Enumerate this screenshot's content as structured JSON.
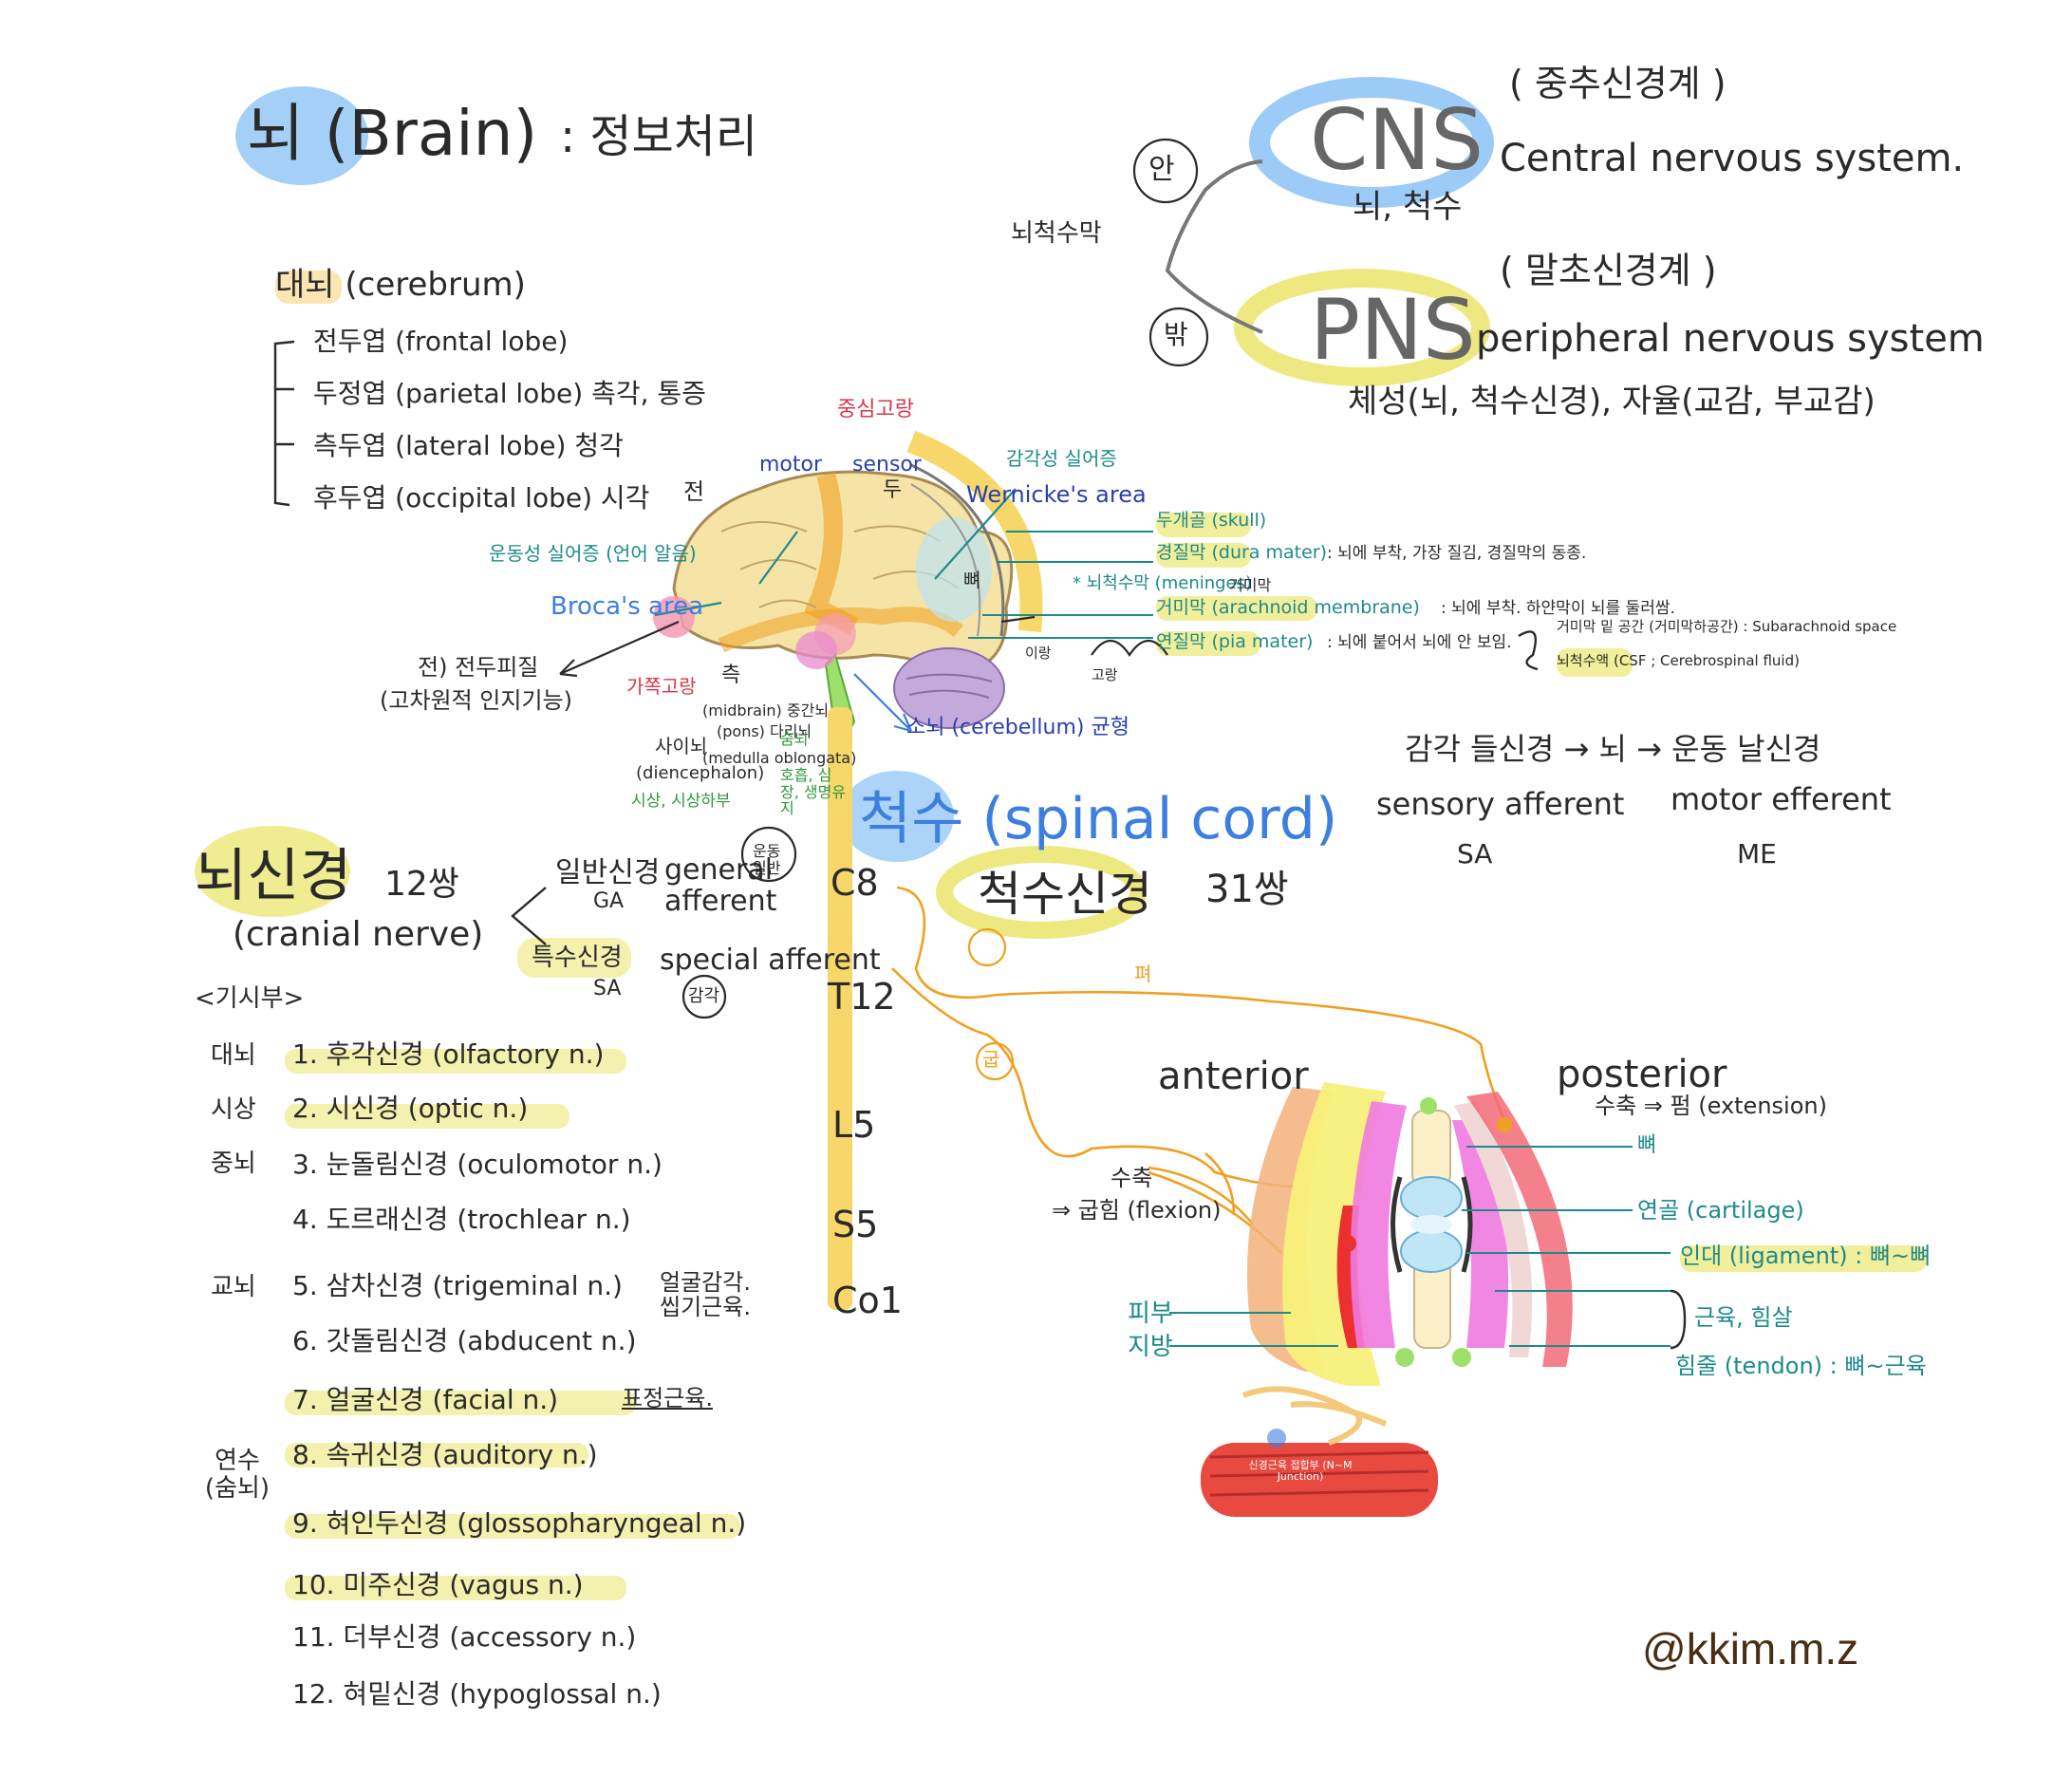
{
  "colors": {
    "ink": "#2a2a2a",
    "blue_highlight": "#5aa9f2",
    "yellow_highlight": "#e5e04a",
    "label_teal": "#1e8a8a",
    "spinal_yellow": "#f7d76a",
    "nerve_orange": "#f0a020",
    "muscle_red": "#e23a3a",
    "muscle_pink": "#f07ae0",
    "bone_cream": "#fbf0c8",
    "cartilage_blue": "#bfe6f5"
  },
  "brain": {
    "title": "뇌 (Brain)",
    "subtitle": ": 정보처리",
    "cerebrum": "대뇌 (cerebrum)",
    "lobes": [
      "전두엽 (frontal lobe)",
      "두정엽 (parietal lobe) 촉각, 통증",
      "측두엽 (lateral lobe) 청각",
      "후두엽 (occipital lobe) 시각"
    ],
    "front_mark": "전",
    "central_sulcus": "중심고랑",
    "motor": "motor",
    "sensor": "sensor",
    "sensor_mark": "두",
    "sensory_area": "감각성 실어증",
    "wernicke": "Wernicke's area",
    "motor_area": "운동성 실어증 (언어 알음)",
    "broca": "Broca's area",
    "prefrontal": "전) 전두피질",
    "prefrontal_desc": "(고차원적 인지기능)",
    "lateral_sulcus": "가쪽고랑",
    "lateral_mark": "측",
    "midbrain": "(midbrain) 중간뇌",
    "pons": "(pons) 다리뇌",
    "diencephalon": "사이뇌",
    "diencephalon_en": "(diencephalon)",
    "diencephalon_note": "시상, 시상하부",
    "medulla": "(medulla oblongata)",
    "medulla_note": "숨뇌",
    "medulla_desc": "호흡, 심장, 생명유지",
    "cerebellum": "소뇌 (cerebellum) 균형",
    "layer_mark": "뼈"
  },
  "meninges": {
    "skull": "두개골 (skull)",
    "dura": "경질막 (dura mater)",
    "dura_note": ": 뇌에 부착, 가장 질김, 경질막의 동종.",
    "meninges_label": "* 뇌척수막 (meninges)",
    "arachnoid_mark": "거미막",
    "arachnoid": "거미막 (arachnoid membrane)",
    "arachnoid_note": ": 뇌에 부착. 하얀막이 뇌를 둘러쌈.",
    "pia": "연질막 (pia mater)",
    "pia_note": ": 뇌에 붙어서 뇌에 안 보임.",
    "subarachnoid": "거미막 밑 공간 (거미막하공간) : Subarachnoid space",
    "csf": "뇌척수액 (CSF ; Cerebrospinal fluid)",
    "bone_label": "이랑",
    "groove_label": "고랑"
  },
  "nervous_system": {
    "cns": "CNS",
    "cns_kr": "( 중추신경계 )",
    "cns_en": "Central nervous system.",
    "cns_parts": "뇌, 척수",
    "pns": "PNS",
    "pns_kr": "( 말초신경계 )",
    "pns_en": "peripheral nervous system",
    "pns_parts": "체성(뇌, 척수신경), 자율(교감, 부교감)",
    "brace_label": "뇌척수막",
    "inner": "안",
    "outer": "밖"
  },
  "sensory_motor": {
    "row1": "감각 들신경 → 뇌 → 운동 날신경",
    "sa_en": "sensory afferent",
    "me_en": "motor efferent",
    "sa": "SA",
    "me": "ME"
  },
  "spinal": {
    "title": "척수 (spinal cord)",
    "nerves": "척수신경",
    "pairs": "31쌍",
    "levels": [
      "C8",
      "T12",
      "L5",
      "S5",
      "Co1"
    ],
    "flex_mark": "굽",
    "ext_mark": "펴"
  },
  "cranial": {
    "title": "뇌신경",
    "pairs": "12쌍",
    "en": "(cranial nerve)",
    "ga_kr": "일반신경",
    "ga": "GA",
    "ga_en": "general afferent",
    "ga_circle": "운동일반",
    "sa_kr": "특수신경",
    "sa": "SA",
    "sa_en": "special afferent",
    "sa_circle": "감각",
    "origin_header": "<기시부>",
    "origins": [
      "대뇌",
      "시상",
      "중뇌",
      "교뇌",
      "연수 (숨뇌)"
    ],
    "list": [
      "1. 후각신경 (olfactory n.)",
      "2. 시신경 (optic n.)",
      "3. 눈돌림신경 (oculomotor n.)",
      "4. 도르래신경 (trochlear n.)",
      "5. 삼차신경 (trigeminal n.)",
      "6. 갓돌림신경 (abducent n.)",
      "7. 얼굴신경 (facial n.)",
      "8. 속귀신경 (auditory n.)",
      "9. 혀인두신경 (glossopharyngeal n.)",
      "10. 미주신경 (vagus n.)",
      "11. 더부신경 (accessory n.)",
      "12. 혀밑신경 (hypoglossal n.)"
    ],
    "note5": "얼굴감각. 씹기근육.",
    "note7": "표정근육."
  },
  "joint": {
    "anterior": "anterior",
    "posterior": "posterior",
    "extension": "수축 ⇒ 펌 (extension)",
    "flexion_top": "수축",
    "flexion": "⇒ 굽힘 (flexion)",
    "bone": "뼈",
    "cartilage": "연골 (cartilage)",
    "ligament": "인대 (ligament) : 뼈~뼈",
    "muscle": "근육, 힘살",
    "tendon": "힘줄 (tendon) : 뼈~근육",
    "skin": "피부",
    "fat": "지방",
    "nmj": "신경근육 접합부 (N~M Junction)"
  },
  "credit": "@kkim.m.z"
}
